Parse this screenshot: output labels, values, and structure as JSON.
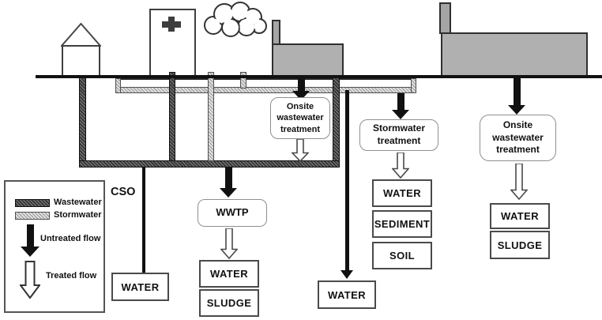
{
  "diagram": {
    "labels": {
      "cso": "CSO"
    },
    "treatment_nodes": {
      "onsite1": "Onsite\nwastewater\ntreatment",
      "stormwater": "Stormwater\ntreatment",
      "wwtp": "WWTP",
      "onsite2": "Onsite\nwastewater\ntreatment"
    },
    "outputs": {
      "cso_water": "WATER",
      "wwtp_water": "WATER",
      "wwtp_sludge": "SLUDGE",
      "combined_water": "WATER",
      "stormwater_water": "WATER",
      "stormwater_sediment": "SEDIMENT",
      "stormwater_soil": "SOIL",
      "onsite2_water": "WATER",
      "onsite2_sludge": "SLUDGE"
    },
    "legend": {
      "items": [
        {
          "label": "Wastewater",
          "swatch": "wastewater-hatch-bar"
        },
        {
          "label": "Stormwater",
          "swatch": "stormwater-hatch-bar"
        },
        {
          "label": "Untreated flow",
          "swatch": "solid-black-arrow"
        },
        {
          "label": "Treated flow",
          "swatch": "hollow-white-arrow"
        }
      ]
    },
    "colors": {
      "wastewater_pipe": "#3c3c3c",
      "stormwater_pipe": "#c6c6c6",
      "building_fill": "#b0b0b0",
      "chimney_fill": "#a5a5a5",
      "outline": "#111111"
    }
  }
}
